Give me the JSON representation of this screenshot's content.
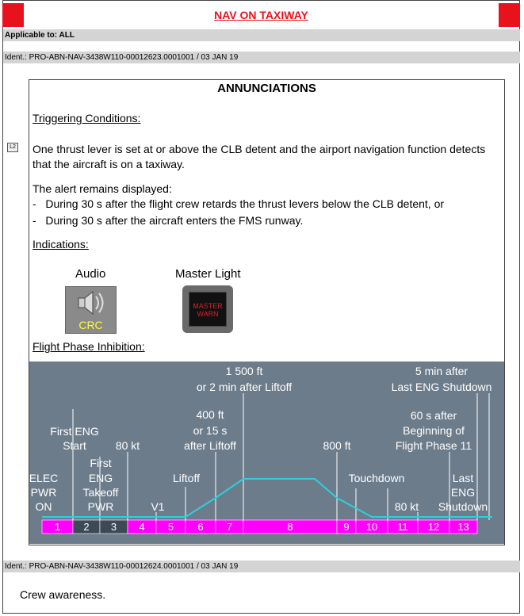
{
  "header": {
    "title": "NAV ON TAXIWAY",
    "brand_color": "#e8121c"
  },
  "applicability": "Applicable to: ALL",
  "ident_top": "Ident.: PRO-ABN-NAV-3438W110-00012623.0001001 / 03 JAN 19",
  "ident_bottom": "Ident.: PRO-ABN-NAV-3438W110-00012624.0001001 / 03 JAN 19",
  "annunciations": {
    "title": "ANNUNCIATIONS",
    "triggering_label": "Triggering Conditions:",
    "level_tag": "L2",
    "trigger_text": "One thrust lever is set at or above the CLB detent and the airport navigation function detects that the aircraft is on a taxiway.",
    "alert_text": "The alert remains displayed:",
    "bullets": [
      "During 30 s after the flight crew retards the thrust levers below the CLB detent, or",
      "During 30 s after the aircraft enters the FMS runway."
    ],
    "indications_label": "Indications:",
    "audio_label": "Audio",
    "audio_signal": "CRC",
    "audio_icon": "speaker-icon",
    "master_label": "Master Light",
    "master_text": [
      "MASTER",
      "WARN"
    ],
    "phase_label": "Flight Phase Inhibition:"
  },
  "phase_diagram": {
    "colors": {
      "background": "#6d7c8b",
      "bar": "#ff00ff",
      "line": "#2ad2dc",
      "text": "#ffffff"
    },
    "phases": [
      "1",
      "2",
      "3",
      "4",
      "5",
      "6",
      "7",
      "8",
      "9",
      "10",
      "11",
      "12",
      "13"
    ],
    "dark_phases": [
      "2",
      "3"
    ],
    "labels": {
      "elec": [
        "ELEC",
        "PWR",
        "ON"
      ],
      "first_eng_start": [
        "First ENG",
        "Start"
      ],
      "first_eng_takeoff": [
        "First",
        "ENG",
        "Takeoff",
        "PWR"
      ],
      "kt80_a": "80 kt",
      "v1": "V1",
      "liftoff": "Liftoff",
      "ft400": [
        "400 ft",
        "or 15 s",
        "after Liftoff"
      ],
      "ft1500": [
        "1 500 ft",
        "or 2 min after Liftoff"
      ],
      "ft800": "800 ft",
      "touchdown": "Touchdown",
      "kt80_b": "80 kt",
      "s60": [
        "60 s after",
        "Beginning of",
        "Flight Phase 11"
      ],
      "min5": [
        "5 min after",
        "Last ENG Shutdown"
      ],
      "last_eng": [
        "Last",
        "ENG",
        "Shutdown"
      ]
    }
  },
  "footer_text": "Crew awareness."
}
